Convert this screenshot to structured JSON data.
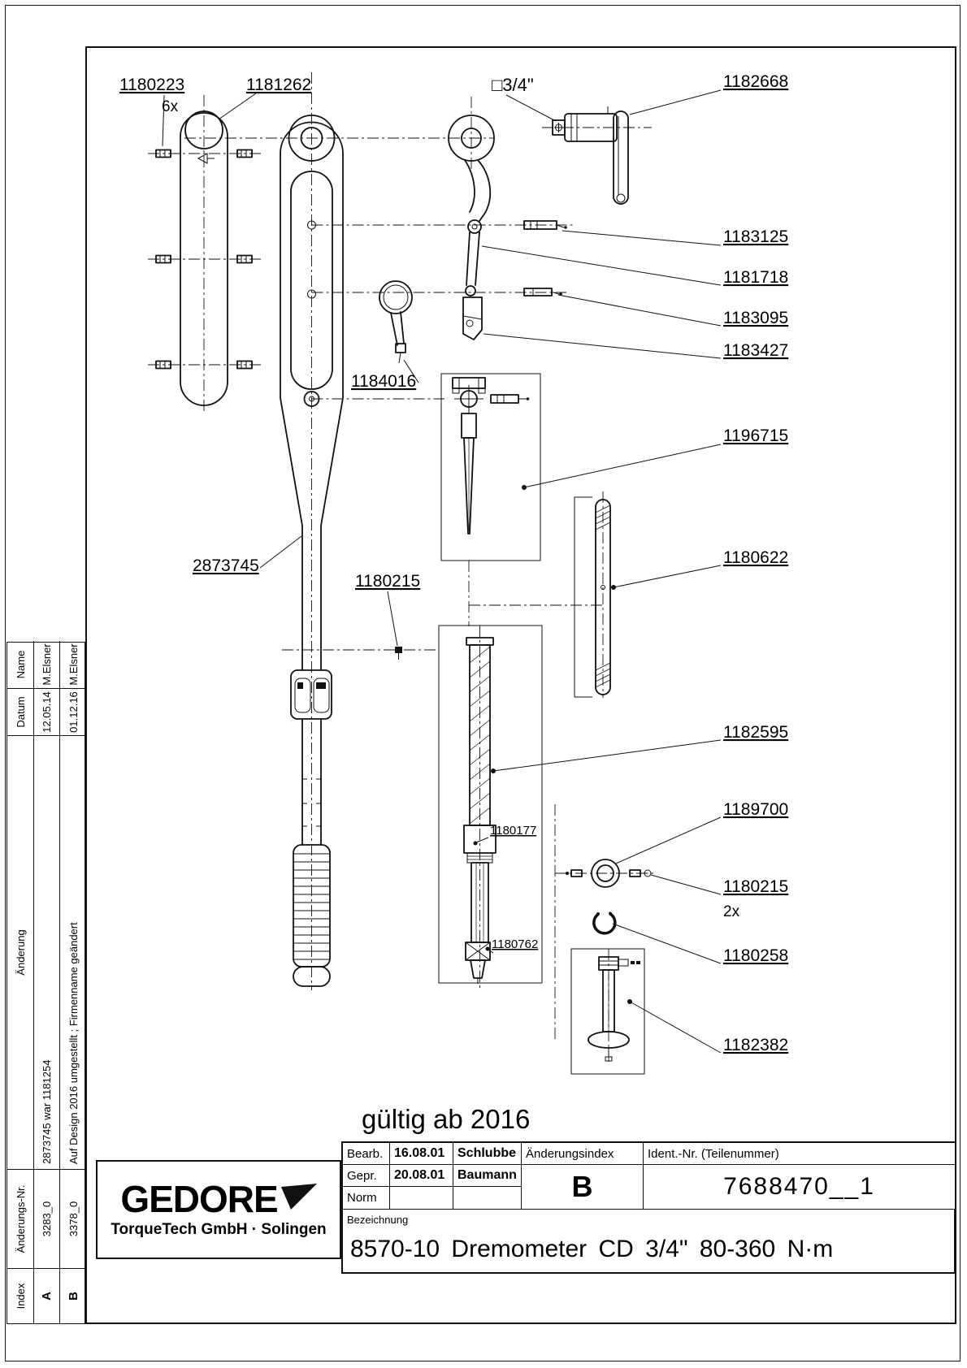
{
  "page": {
    "validity_note": "gültig ab 2016"
  },
  "drawing": {
    "labels": [
      {
        "text": "1180223",
        "qty": "6x"
      },
      {
        "text": "1181262"
      },
      {
        "text": "□3/4\""
      },
      {
        "text": "1182668"
      },
      {
        "text": "1183125"
      },
      {
        "text": "1181718"
      },
      {
        "text": "1183095"
      },
      {
        "text": "1183427"
      },
      {
        "text": "1184016"
      },
      {
        "text": "1196715"
      },
      {
        "text": "1180622"
      },
      {
        "text": "2873745"
      },
      {
        "text": "1180215"
      },
      {
        "text": "1182595"
      },
      {
        "text": "1189700"
      },
      {
        "text": "1180215",
        "qty": "2x"
      },
      {
        "text": "1180258"
      },
      {
        "text": "1182382"
      },
      {
        "text": "1180177"
      },
      {
        "text": "1180762"
      }
    ]
  },
  "title_block": {
    "rows": [
      {
        "label": "Bearb.",
        "date": "16.08.01",
        "name": "Schlubbe"
      },
      {
        "label": "Gepr.",
        "date": "20.08.01",
        "name": "Baumann"
      },
      {
        "label": "Norm",
        "date": "",
        "name": ""
      }
    ],
    "aenderungsindex_label": "Änderungsindex",
    "aenderungsindex_value": "B",
    "ident_label": "Ident.-Nr.  (Teilenummer)",
    "ident_value": "7688470__1",
    "bezeichnung_label": "Bezeichnung",
    "designation": "8570-10 Dremometer CD 3/4\" 80-360 N·m"
  },
  "logo": {
    "brand": "GEDORE",
    "subtitle": "TorqueTech GmbH · Solingen"
  },
  "revision_table": {
    "headers": {
      "index": "Index",
      "nr": "Änderungs-Nr.",
      "change": "Änderung",
      "date": "Datum",
      "name": "Name"
    },
    "rows": [
      {
        "index": "A",
        "nr": "3283_0",
        "change": "2873745 war 1181254",
        "date": "12.05.14",
        "name": "M.Elsner"
      },
      {
        "index": "B",
        "nr": "3378_0",
        "change": "Auf Design 2016 umgestellt ; Firmenname geändert",
        "date": "01.12.16",
        "name": "M.Elsner"
      }
    ]
  }
}
